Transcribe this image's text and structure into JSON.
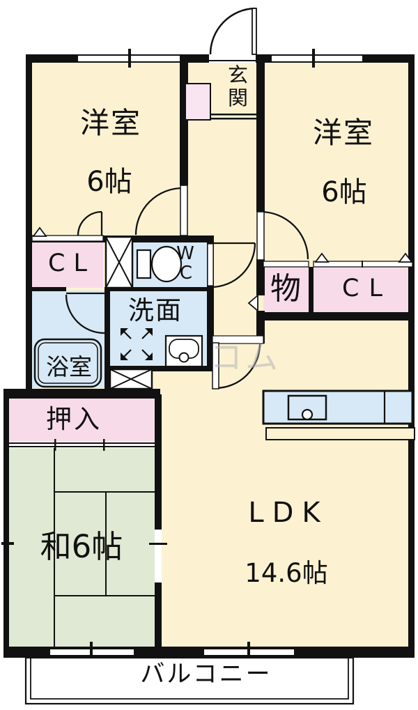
{
  "title": "apartment-floorplan",
  "rooms": {
    "bedroom1": {
      "label": "洋室",
      "size": "6帖"
    },
    "bedroom2": {
      "label": "洋室",
      "size": "6帖"
    },
    "genkan": {
      "label": "玄関"
    },
    "wc": {
      "lines": [
        "W",
        "C"
      ]
    },
    "closet_left": {
      "label": "CL"
    },
    "closet_right": {
      "label": "CL"
    },
    "storage": {
      "label": "物"
    },
    "washroom": {
      "label": "洗面"
    },
    "bathroom": {
      "label": "浴室"
    },
    "oshiire": {
      "label": "押入"
    },
    "japanese_room": {
      "label": "和6帖"
    },
    "ldk": {
      "label": "LDK",
      "size": "14.6帖"
    },
    "balcony": {
      "label": "バルコニー"
    }
  },
  "watermark": {
    "text": "コム"
  },
  "colors": {
    "room_cream": "#FCF2D2",
    "closet_pink": "#F8DBE8",
    "shoebox_pink": "#F9E4F1",
    "water_blue": "#D7E9F6",
    "tatami_green": "#DFE9D4",
    "wall_black": "#111111",
    "watermark_gray": "#B5B5B5"
  },
  "icons": [
    "toilet-icon",
    "bathtub-icon",
    "vanity-sink-icon",
    "washer-arrows-icon",
    "kitchen-sink-icon",
    "pipe-shaft-x-icon"
  ]
}
